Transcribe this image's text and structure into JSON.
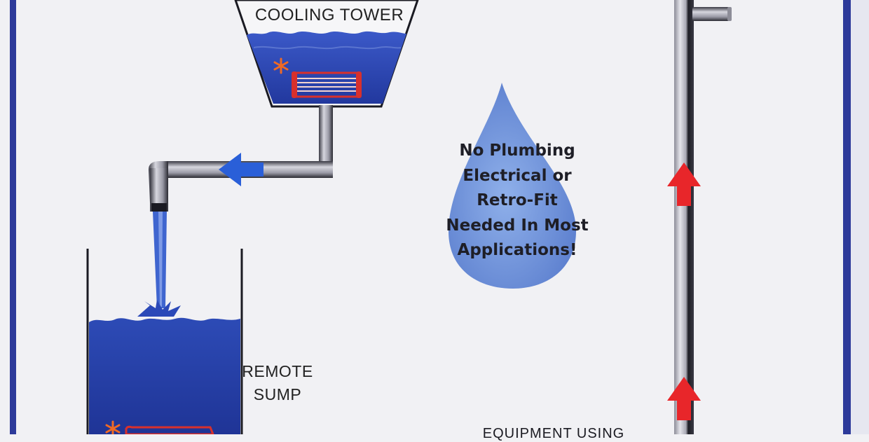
{
  "labels": {
    "cooling_tower": "COOLING TOWER",
    "remote_sump": [
      "REMOTE",
      "SUMP"
    ],
    "bottom_partial": "EQUIPMENT USING"
  },
  "callout": {
    "lines": [
      "No Plumbing",
      "Electrical or",
      "Retro-Fit",
      "Needed In Most",
      "Applications!"
    ]
  },
  "colors": {
    "water": "#2b49b8",
    "water_light": "#4d6fd2",
    "border": "#2d3a9a",
    "pipe": "#8e8e99",
    "flow_arrow_blue": "#2a5fd8",
    "flow_arrow_red": "#e8262a",
    "device": "#d8302c",
    "asterisk": "#ef6a25",
    "drop": "#6f92d8"
  }
}
